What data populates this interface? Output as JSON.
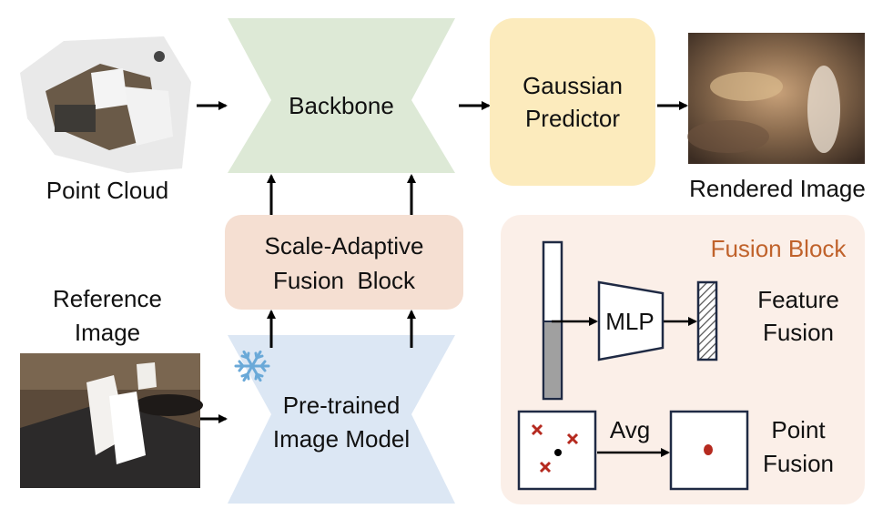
{
  "colors": {
    "backbone": "#dde9d6",
    "pretrained": "#dce7f4",
    "gaussian": "#fcebbd",
    "scale_fusion": "#f5dfd2",
    "fusion_panel": "#fbefe8",
    "fusion_title": "#c0622b",
    "point_red": "#b52a1f",
    "snowflake": "#6aa9d8"
  },
  "point_cloud": {
    "label": "Point Cloud"
  },
  "reference": {
    "label_line1": "Reference",
    "label_line2": "Image"
  },
  "backbone": {
    "label": "Backbone"
  },
  "pretrained": {
    "label_line1": "Pre-trained",
    "label_line2": "Image Model",
    "icon": "snowflake-icon"
  },
  "gaussian": {
    "label_line1": "Gaussian",
    "label_line2": "Predictor"
  },
  "rendered": {
    "label": "Rendered Image"
  },
  "scale_fusion": {
    "label_line1": "Scale-Adaptive",
    "label_line2": "Fusion  Block"
  },
  "fusion_block": {
    "title": "Fusion Block",
    "mlp_label": "MLP",
    "feature_line1": "Feature",
    "feature_line2": "Fusion",
    "avg_label": "Avg",
    "point_line1": "Point",
    "point_line2": "Fusion"
  }
}
